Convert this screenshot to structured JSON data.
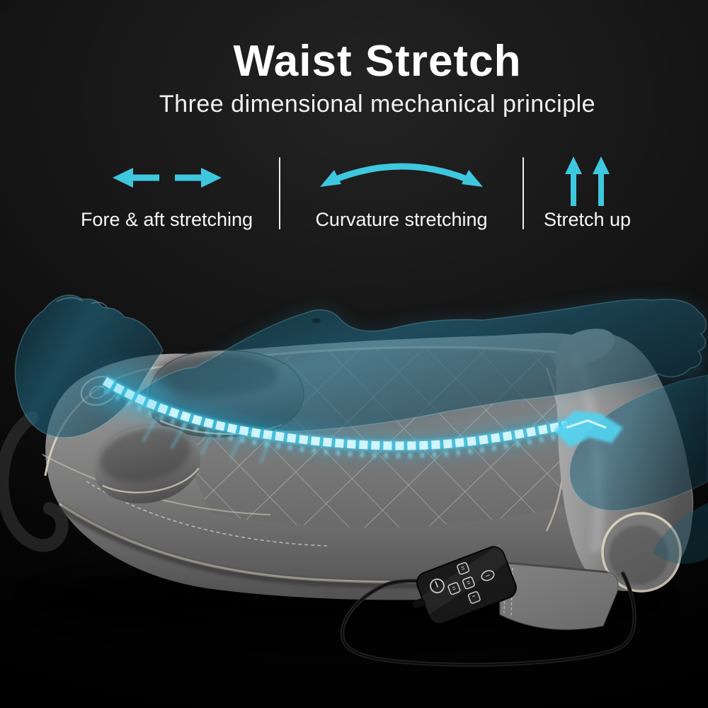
{
  "header": {
    "title": "Waist Stretch",
    "subtitle": "Three dimensional mechanical principle"
  },
  "features": [
    {
      "label": "Fore & aft stretching",
      "icon": "fore-aft-arrows-icon"
    },
    {
      "label": "Curvature stretching",
      "icon": "curvature-arrow-icon"
    },
    {
      "label": "Stretch up",
      "icon": "stretch-up-arrows-icon"
    }
  ],
  "icons": {
    "fore_aft": "↔",
    "curvature": "⌒",
    "stretch_up": "↑↑",
    "remote_power": "⏻"
  },
  "colors": {
    "accent_cyan": "#3EC8DF",
    "spine_glow_cyan": "#5FDCF6",
    "body_teal": "#2E7E95",
    "mat_gray": "#8A8A8A",
    "piping_beige": "#D6CDBB",
    "divider_white": "#EFEFEF",
    "text_white": "#FFFFFF",
    "background_black": "#0C0C0C"
  }
}
